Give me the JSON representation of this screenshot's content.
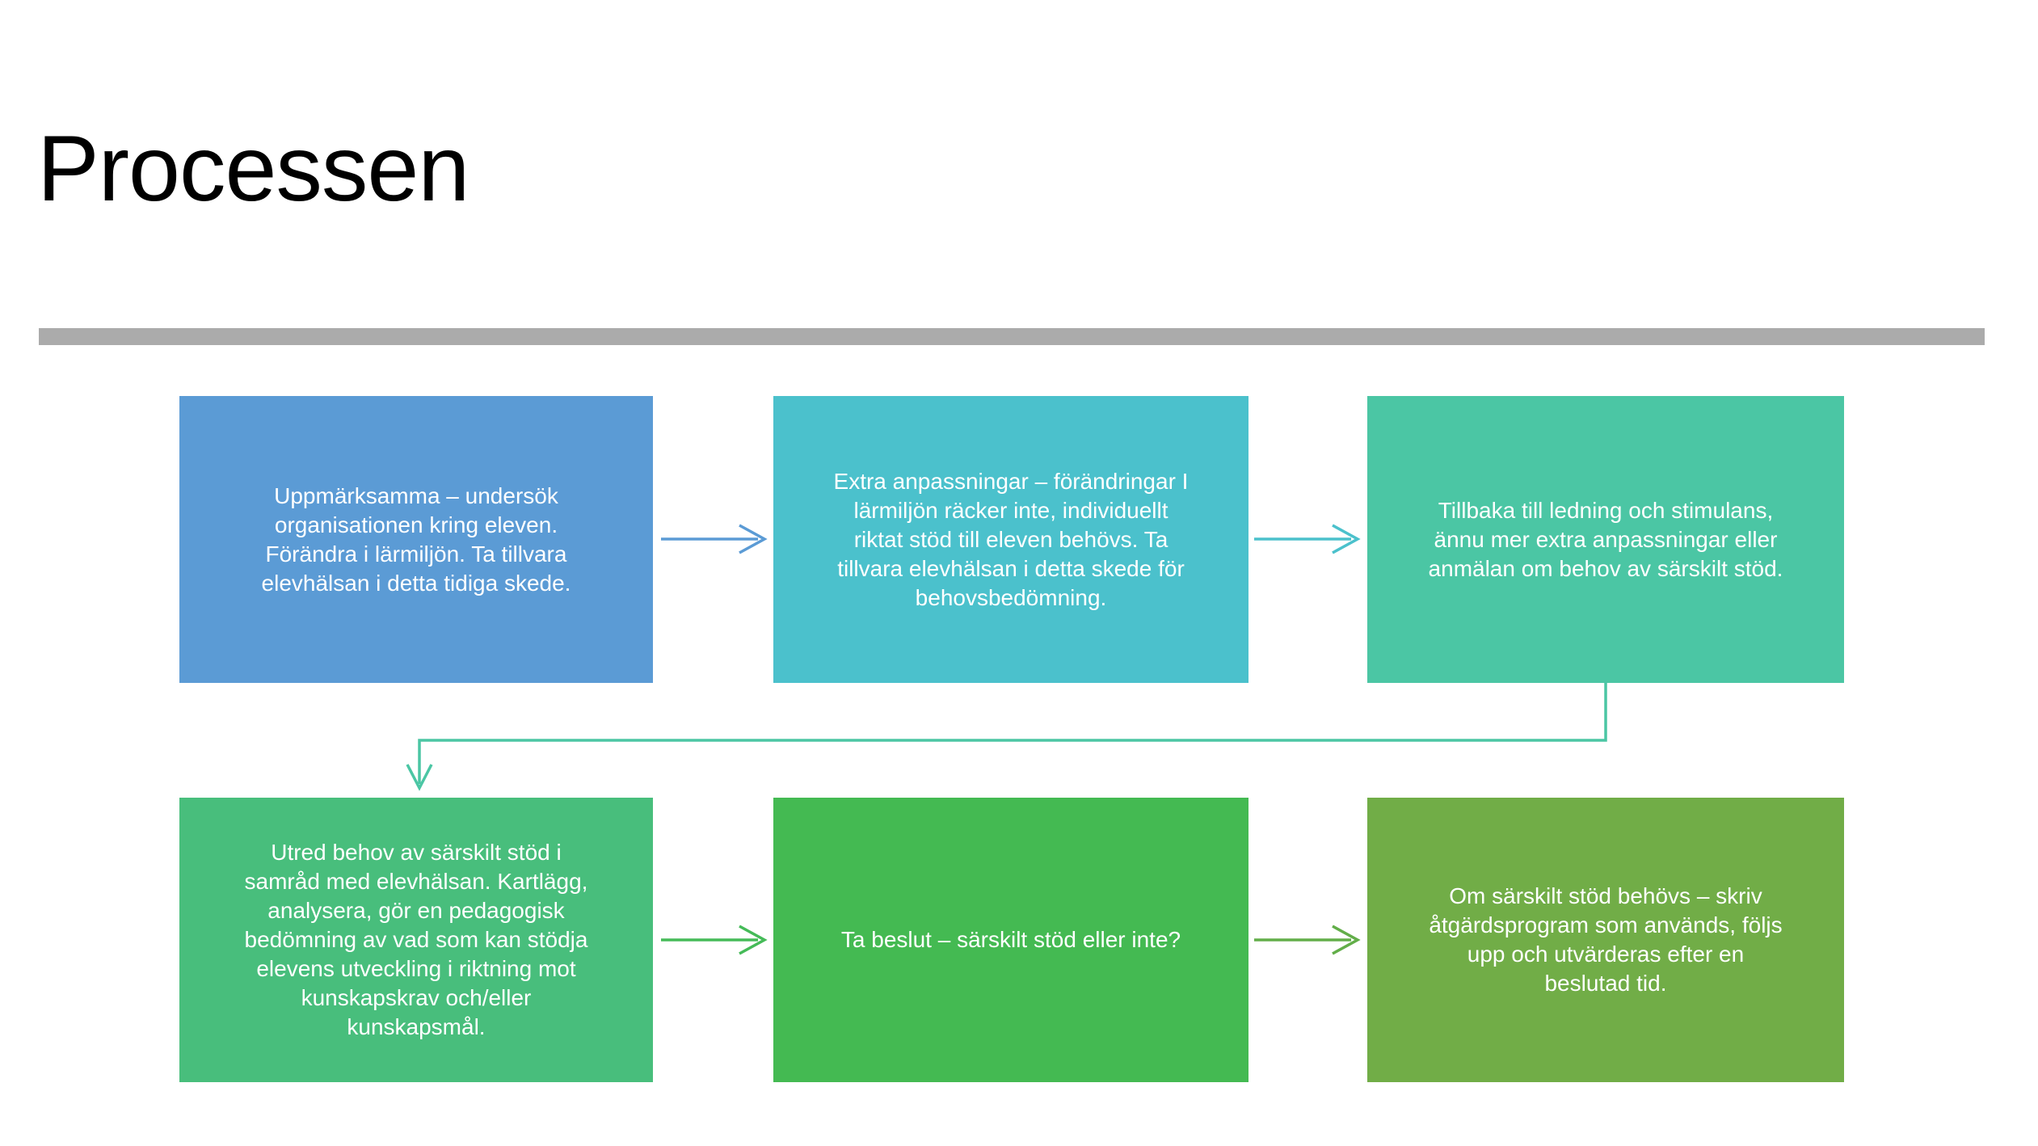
{
  "slide": {
    "title": "Processen",
    "title_color": "#000000",
    "background_color": "#ffffff",
    "divider_color": "#ababab"
  },
  "flowchart": {
    "text_color": "#ffffff",
    "boxes": [
      {
        "id": "uppmarksamma",
        "color": "#5b9bd5",
        "text": "Uppmärksamma – undersök\norganisationen kring eleven.\nFörändra i lärmiljön. Ta tillvara\nelevhälsan i detta tidiga skede."
      },
      {
        "id": "extra-anpassningar",
        "color": "#4bc1cc",
        "text": "Extra anpassningar – förändringar I\nlärmiljön räcker inte, individuellt\nriktat stöd till eleven behövs. Ta\ntillvara elevhälsan i detta skede för\nbehovsbedömning."
      },
      {
        "id": "tillbaka-till-ledning",
        "color": "#4bc6a4",
        "text": "Tillbaka till ledning och stimulans,\nännu mer extra anpassningar eller\nanmälan om behov av särskilt stöd."
      },
      {
        "id": "utred-behov",
        "color": "#48be7c",
        "text": "Utred behov av särskilt stöd i\nsamråd med elevhälsan. Kartlägg,\nanalysera, gör en pedagogisk\nbedömning av vad som kan stödja\nelevens utveckling i riktning mot\nkunskapskrav och/eller\nkunskapsmål."
      },
      {
        "id": "ta-beslut",
        "color": "#44ba52",
        "text": "Ta beslut – särskilt stöd eller inte?"
      },
      {
        "id": "om-sarskilt-stod",
        "color": "#71ad47",
        "text": "Om särskilt stöd behövs – skriv\nåtgärdsprogram som används, följs\nupp och utvärderas efter en\nbeslutad tid."
      }
    ],
    "connectors": {
      "arrow_1_color": "#5b9bd5",
      "arrow_2_color": "#4bc1cc",
      "elbow_color": "#4bc6a4",
      "arrow_4_color": "#45bb58",
      "arrow_5_color": "#62ae49"
    }
  }
}
